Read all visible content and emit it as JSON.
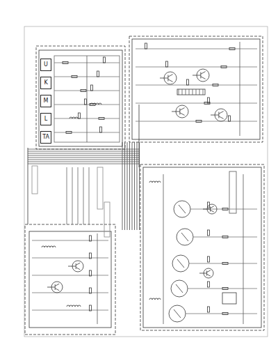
{
  "diagram": {
    "nodes": [
      {
        "text": [
          "U"
        ]
      },
      {
        "text": [
          "K"
        ]
      },
      {
        "text": [
          "M"
        ]
      },
      {
        "text": [
          "L"
        ]
      },
      {
        "text": [
          "TA"
        ]
      }
    ]
  }
}
